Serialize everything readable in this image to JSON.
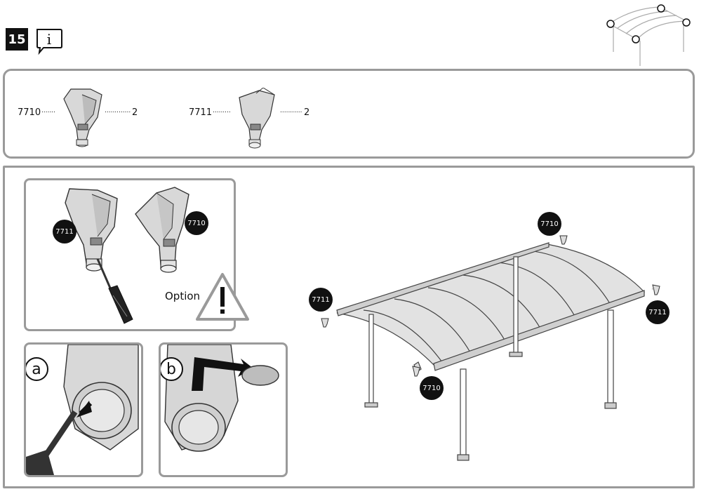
{
  "step": {
    "number": "15"
  },
  "info_icon": {
    "glyph": "i"
  },
  "parts": [
    {
      "code": "7710",
      "dots_left": ".......",
      "dots_right": ".............",
      "qty": "2"
    },
    {
      "code": "7711",
      "dots_left": ".........",
      "dots_right": "...........",
      "qty": "2"
    }
  ],
  "callouts": {
    "part_a": "7711",
    "part_b": "7710",
    "option": "Option",
    "letter_a": "a",
    "letter_b": "b",
    "carport_top": "7710",
    "carport_left": "7711",
    "carport_right": "7711",
    "carport_bottom": "7710"
  },
  "icons": [
    "warning-triangle-icon",
    "info-bubble-icon",
    "screwdriver-icon",
    "arrow-icon"
  ]
}
